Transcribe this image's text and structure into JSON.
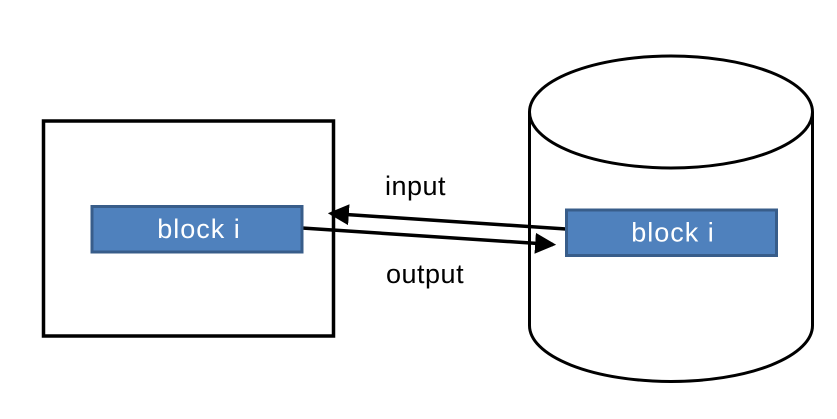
{
  "diagram": {
    "colors": {
      "background": "#ffffff",
      "outline": "#000000",
      "block_fill": "#4f81bd",
      "block_border": "#385d8a",
      "block_text": "#ffffff",
      "label_text": "#000000"
    },
    "process_box": {
      "block_label": "block i"
    },
    "storage_cylinder": {
      "block_label": "block i"
    },
    "flows": {
      "input_label": "input",
      "output_label": "output"
    }
  }
}
